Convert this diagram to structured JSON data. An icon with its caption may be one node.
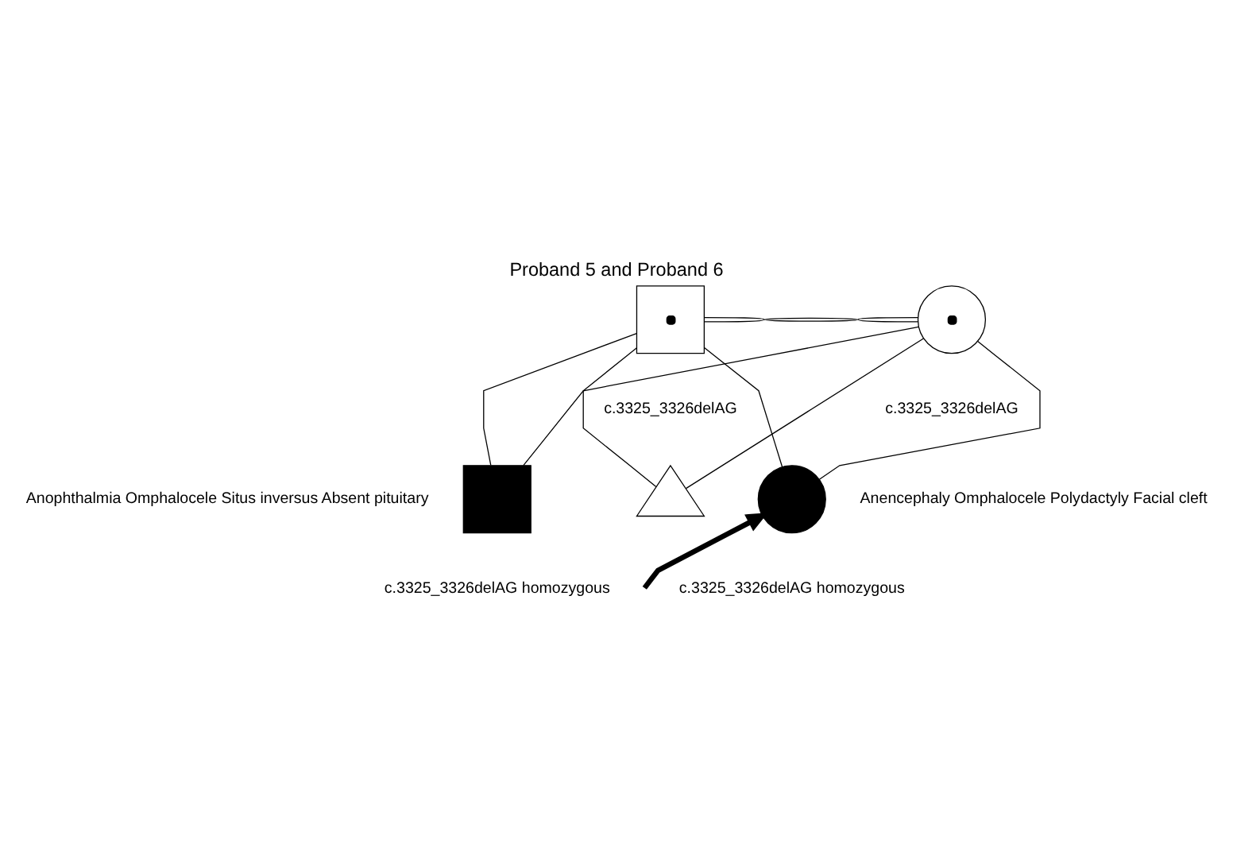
{
  "diagram": {
    "title": "Proband 5 and Proband 6",
    "nodes": [
      {
        "text": [],
        "shape": "box",
        "beside": [
          "c.3325_3326delAG"
        ]
      },
      {
        "text": [],
        "shape": "circle",
        "beside": [
          "c.3325_3326delAG"
        ]
      },
      {
        "text": [],
        "shape": "box",
        "beside": [
          "Anophthalmia Omphalocele Situs inversus Absent pituitary",
          "c.3325_3326delAG homozygous"
        ]
      },
      {
        "text": [],
        "shape": "triangle"
      },
      {
        "text": [],
        "shape": "circle",
        "beside": [
          "Anencephaly Omphalocele Polydactyly Facial cleft",
          "c.3325_3326delAG homozygous"
        ]
      }
    ],
    "edges": [
      {
        "from": 0,
        "to": 1,
        "arrow": "none"
      },
      {
        "from": 0,
        "to": 2,
        "arrow": "none"
      },
      {
        "from": 1,
        "to": 2,
        "arrow": "none"
      },
      {
        "from": 0,
        "to": 3,
        "arrow": "none"
      },
      {
        "from": 1,
        "to": 3,
        "arrow": "none"
      },
      {
        "from": 0,
        "to": 4,
        "arrow": "none"
      },
      {
        "from": 1,
        "to": 4,
        "arrow": "none"
      },
      {
        "from": null,
        "to": 4,
        "arrow": "to",
        "style": "thick"
      }
    ]
  }
}
